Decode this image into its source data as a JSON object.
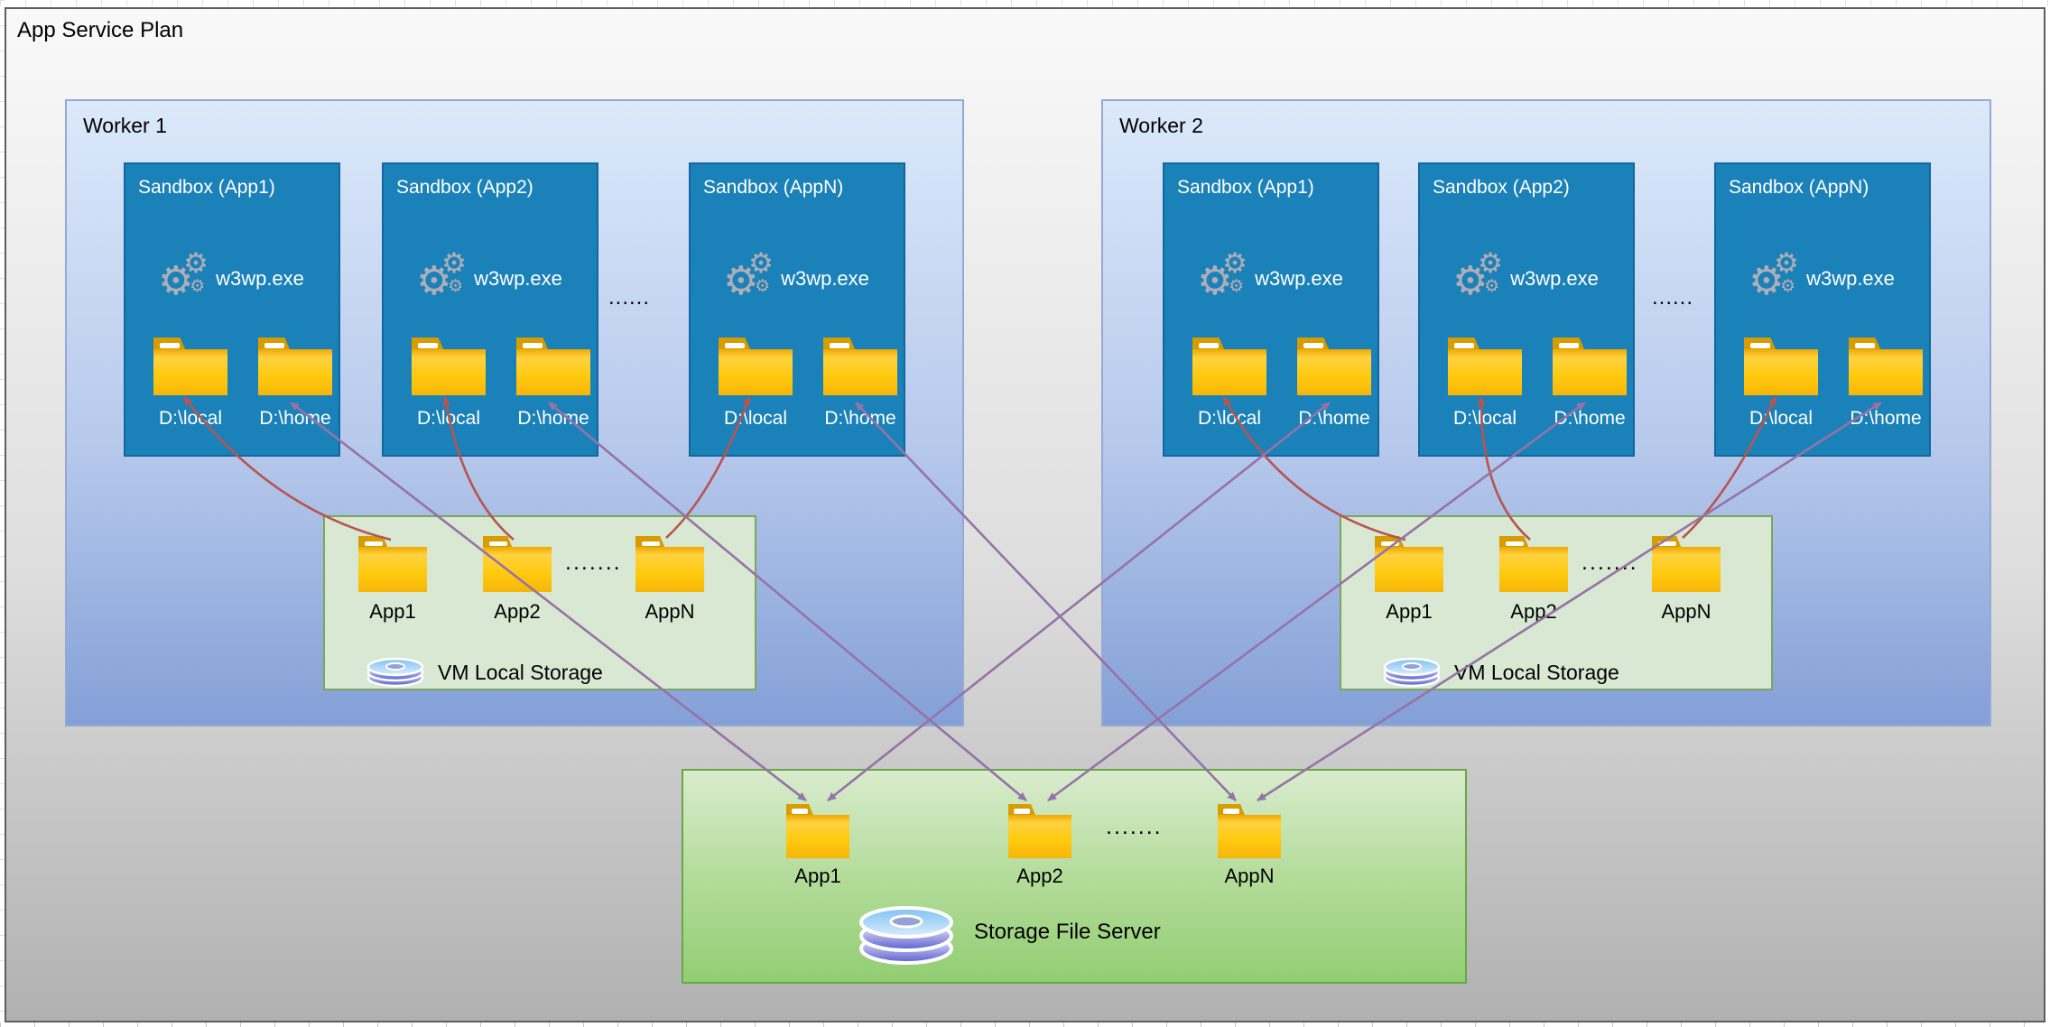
{
  "plan": {
    "title": "App Service Plan"
  },
  "workers": [
    {
      "label": "Worker 1",
      "sandboxes": [
        {
          "title": "Sandbox (App1)",
          "process": "w3wp.exe",
          "local": "D:\\local",
          "home": "D:\\home"
        },
        {
          "title": "Sandbox (App2)",
          "process": "w3wp.exe",
          "local": "D:\\local",
          "home": "D:\\home"
        },
        {
          "title": "Sandbox (AppN)",
          "process": "w3wp.exe",
          "local": "D:\\local",
          "home": "D:\\home"
        }
      ],
      "sandbox_dots": "......",
      "vm_storage": {
        "folders": [
          "App1",
          "App2",
          "AppN"
        ],
        "dots": ".......",
        "caption": "VM Local Storage"
      }
    },
    {
      "label": "Worker 2",
      "sandboxes": [
        {
          "title": "Sandbox (App1)",
          "process": "w3wp.exe",
          "local": "D:\\local",
          "home": "D:\\home"
        },
        {
          "title": "Sandbox (App2)",
          "process": "w3wp.exe",
          "local": "D:\\local",
          "home": "D:\\home"
        },
        {
          "title": "Sandbox (AppN)",
          "process": "w3wp.exe",
          "local": "D:\\local",
          "home": "D:\\home"
        }
      ],
      "sandbox_dots": "......",
      "vm_storage": {
        "folders": [
          "App1",
          "App2",
          "AppN"
        ],
        "dots": ".......",
        "caption": "VM Local Storage"
      }
    }
  ],
  "file_server": {
    "folders": [
      "App1",
      "App2",
      "AppN"
    ],
    "dots": ".......",
    "caption": "Storage File Server"
  },
  "icons": {
    "process": "gear-cluster",
    "storage": "disk-stack",
    "app_folder": "folder"
  },
  "colors": {
    "sandbox_fill": "#1B81B9",
    "sandbox_border": "#10689E",
    "worker_fill_top": "#DCE9FB",
    "worker_fill_bottom": "#84A0D7",
    "worker_border": "#93A9D6",
    "vm_storage_fill": "#D8E8D3",
    "vm_storage_border": "#7BA65B",
    "server_fill_top": "#D9ECCE",
    "server_fill_bottom": "#92CE73",
    "server_border": "#67A845",
    "folder_body": "#FFC90D",
    "folder_tab": "#D79C00",
    "plan_fill_top": "#F9F9F9",
    "plan_fill_bottom": "#B1B1B1",
    "plan_border": "#5E5E5E",
    "red_arrow": "#B85450",
    "purple_arrow": "#9673A6"
  }
}
